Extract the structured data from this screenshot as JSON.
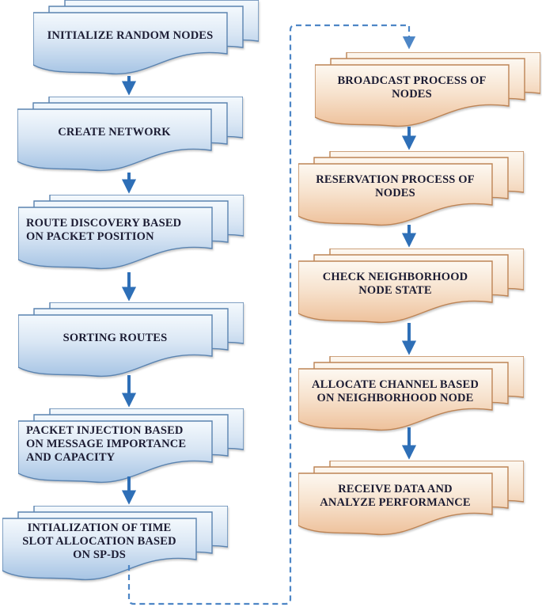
{
  "diagram": {
    "title": "node scheduling flowchart",
    "left_nodes": [
      {
        "id": "initialize-random-nodes",
        "lines": [
          "INITIALIZE RANDOM NODES"
        ]
      },
      {
        "id": "create-network",
        "lines": [
          "CREATE NETWORK"
        ]
      },
      {
        "id": "route-discovery",
        "lines": [
          "ROUTE DISCOVERY BASED",
          "ON PACKET POSITION"
        ]
      },
      {
        "id": "sorting-routes",
        "lines": [
          "SORTING ROUTES"
        ]
      },
      {
        "id": "packet-injection",
        "lines": [
          "PACKET INJECTION BASED",
          "ON MESSAGE IMPORTANCE",
          "AND CAPACITY"
        ]
      },
      {
        "id": "initialization-time-slot",
        "lines": [
          "INTIALIZATION OF TIME",
          "SLOT ALLOCATION BASED",
          "ON SP-DS"
        ]
      }
    ],
    "right_nodes": [
      {
        "id": "broadcast-process",
        "lines": [
          "BROADCAST PROCESS OF",
          "NODES"
        ]
      },
      {
        "id": "reservation-process",
        "lines": [
          "RESERVATION PROCESS OF",
          "NODES"
        ]
      },
      {
        "id": "check-neighborhood",
        "lines": [
          "CHECK NEIGHBORHOOD",
          "NODE STATE"
        ]
      },
      {
        "id": "allocate-channel",
        "lines": [
          "ALLOCATE CHANNEL BASED",
          "ON NEIGHBORHOOD NODE"
        ]
      },
      {
        "id": "receive-data",
        "lines": [
          "RECEIVE DATA AND",
          "ANALYZE PERFORMANCE"
        ]
      }
    ],
    "colors": {
      "blue_fill_top": "#f3f8fc",
      "blue_fill_bottom": "#a6c4e4",
      "blue_border": "#5a83b0",
      "orange_fill_top": "#fdf8f1",
      "orange_fill_bottom": "#eec19b",
      "orange_border": "#bd8455",
      "arrow": "#2e6fb7",
      "dashed_connector": "#4d86c6",
      "text": "#1c1c33",
      "background": "#ffffff"
    }
  }
}
